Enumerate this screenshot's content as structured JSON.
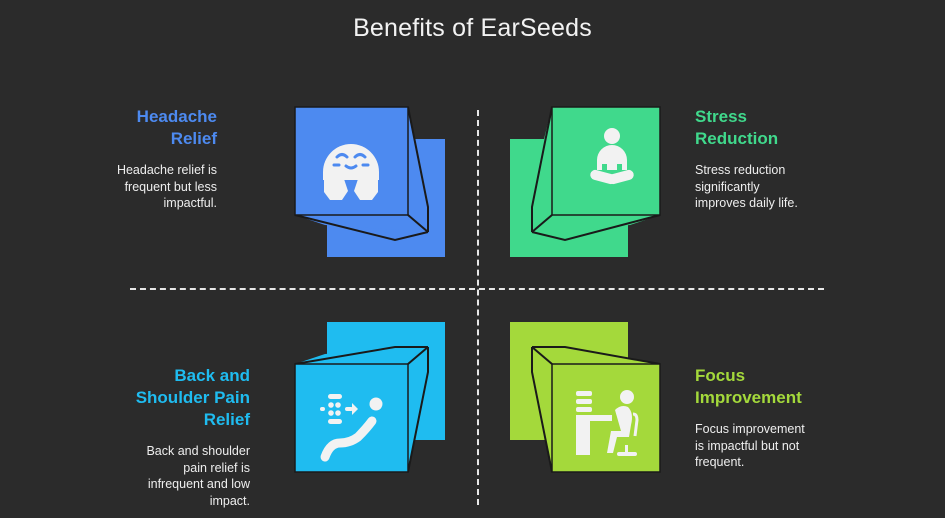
{
  "title": "Benefits of EarSeeds",
  "colors": {
    "background": "#2b2b2b",
    "headache": "#4d8af0",
    "stress": "#40d98c",
    "back": "#1fbcf0",
    "focus": "#a4d93b",
    "icon": "#f2f2f2",
    "outline": "#1a1a1a"
  },
  "quadrants": [
    {
      "id": "headache",
      "heading": "Headache Relief",
      "heading_lines": [
        "Headache",
        "Relief"
      ],
      "description_lines": [
        "Headache relief is",
        "frequent but less",
        "impactful."
      ],
      "icon": "happy-face-hands-icon"
    },
    {
      "id": "stress",
      "heading": "Stress Reduction",
      "heading_lines": [
        "Stress",
        "Reduction"
      ],
      "description_lines": [
        "Stress reduction",
        "significantly",
        "improves daily life."
      ],
      "icon": "meditation-icon"
    },
    {
      "id": "back",
      "heading": "Back and Shoulder Pain Relief",
      "heading_lines": [
        "Back and",
        "Shoulder Pain",
        "Relief"
      ],
      "description_lines": [
        "Back and shoulder",
        "pain relief is",
        "infrequent and low",
        "impact."
      ],
      "icon": "seat-massage-icon"
    },
    {
      "id": "focus",
      "heading": "Focus Improvement",
      "heading_lines": [
        "Focus",
        "Improvement"
      ],
      "description_lines": [
        "Focus improvement",
        "is impactful but not",
        "frequent."
      ],
      "icon": "person-at-desk-icon"
    }
  ]
}
